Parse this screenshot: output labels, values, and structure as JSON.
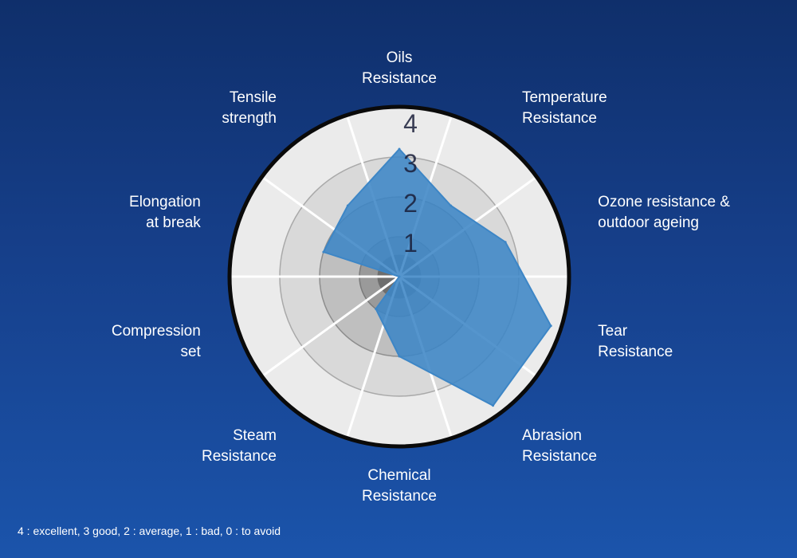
{
  "chart_data": {
    "type": "radar",
    "scale_max": 4,
    "ticks": [
      "1",
      "2",
      "3",
      "4"
    ],
    "categories": [
      [
        "Oils",
        "Resistance"
      ],
      [
        "Temperature",
        "Resistance"
      ],
      [
        "Ozone resistance &",
        "outdoor ageing"
      ],
      [
        "Tear",
        "Resistance"
      ],
      [
        "Abrasion",
        "Resistance"
      ],
      [
        "Chemical",
        "Resistance"
      ],
      [
        "Steam",
        "Resistance"
      ],
      [
        "Compression",
        "set"
      ],
      [
        "Elongation",
        "at break"
      ],
      [
        "Tensile",
        "strength"
      ]
    ],
    "values": [
      3.2,
      2.2,
      2.8,
      4,
      4,
      2,
      1,
      0,
      2,
      2.2
    ],
    "colors": {
      "fill": "#3d86c6",
      "disc_outer": "#ebebeb",
      "ring_3": "#d9d9d9",
      "ring_2": "#bfbfbf",
      "ring_1": "#9a9a9a",
      "ring_0": "#6e6e6e",
      "border": "#0a0a0a"
    }
  },
  "note": "4 : excellent, 3 good, 2 : average, 1 : bad, 0 : to avoid"
}
